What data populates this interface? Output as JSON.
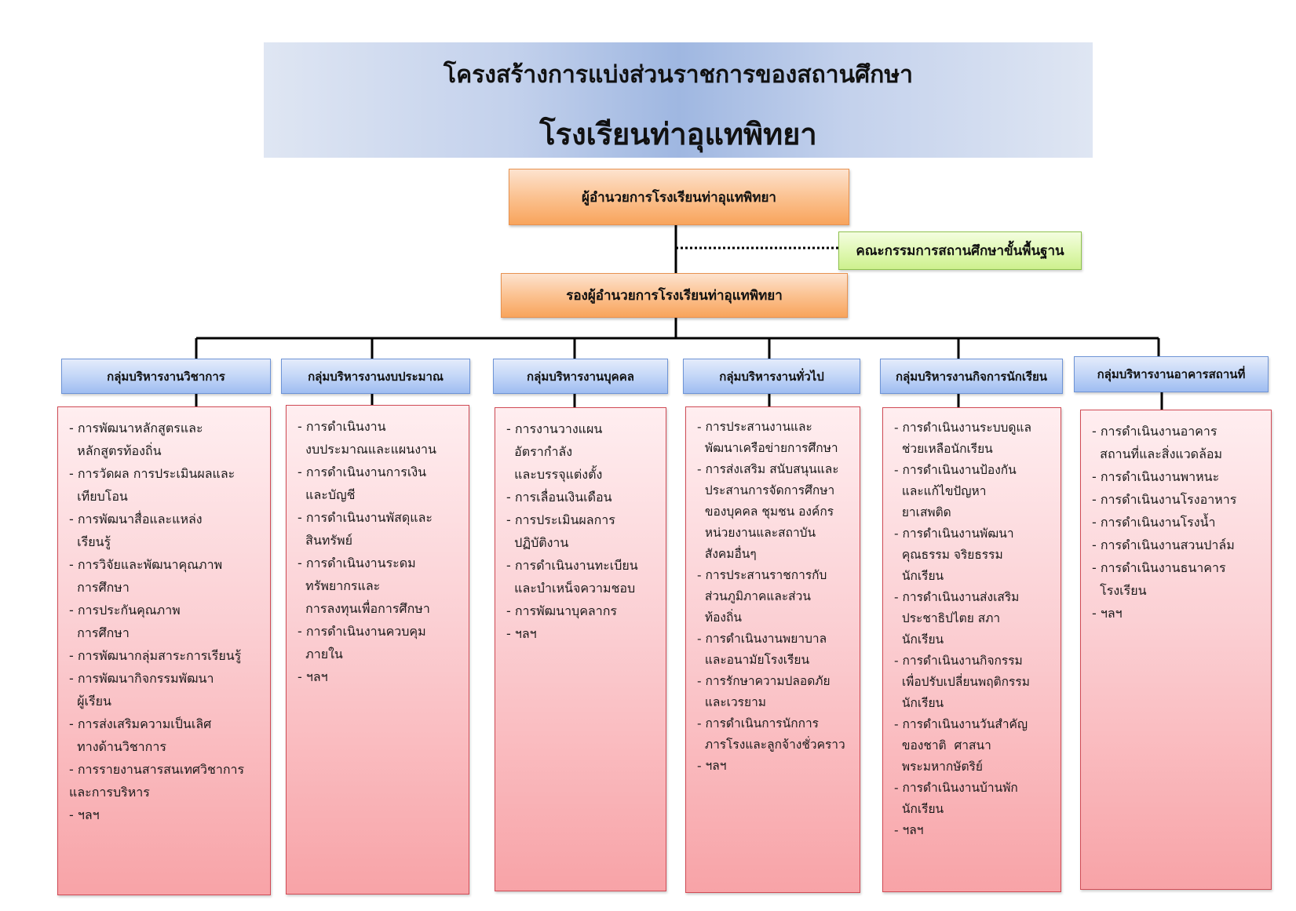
{
  "banner": {
    "title": "โครงสร้างการแบ่งส่วนราชการของสถานศึกษา",
    "school": "โรงเรียนท่าอุแทพิทยา"
  },
  "director": "ผู้อำนวยการโรงเรียนท่าอุแทพิทยา",
  "committee": "คณะกรรมการสถานศึกษาขั้นพื้นฐาน",
  "deputy": "รองผู้อำนวยการโรงเรียนท่าอุแทพิทยา",
  "groups": [
    {
      "name": "กลุ่มบริหารงานวิชาการ",
      "items": [
        "- การพัฒนาหลักสูตรและ",
        "  หลักสูตรท้องถิ่น",
        "- การวัดผล การประเมินผลและ",
        "  เทียบโอน",
        "- การพัฒนาสื่อและแหล่ง",
        "  เรียนรู้",
        "- การวิจัยและพัฒนาคุณภาพ",
        "  การศึกษา",
        "- การประกันคุณภาพ",
        "  การศึกษา",
        "- การพัฒนากลุ่มสาระการเรียนรู้",
        "- การพัฒนากิจกรรมพัฒนา",
        "  ผู้เรียน",
        "- การส่งเสริมความเป็นเลิศ",
        "  ทางด้านวิชาการ",
        "- การรายงานสารสนเทศวิชาการ",
        "และการบริหาร",
        "- ฯลฯ"
      ]
    },
    {
      "name": "กลุ่มบริหารงานงบประมาณ",
      "items": [
        "- การดำเนินงาน",
        "  งบประมาณและแผนงาน",
        "- การดำเนินงานการเงิน",
        "  และบัญชี",
        "- การดำเนินงานพัสดุและ",
        "  สินทรัพย์",
        "- การดำเนินงานระดม",
        "  ทรัพยากรและ",
        "  การลงทุนเพื่อการศึกษา",
        "- การดำเนินงานควบคุม",
        "  ภายใน",
        "- ฯลฯ"
      ]
    },
    {
      "name": "กลุ่มบริหารงานบุคคล",
      "items": [
        "- การงานวางแผน",
        "  อัตรากำลัง",
        "  และบรรจุแต่งตั้ง",
        "- การเลื่อนเงินเดือน",
        "- การประเมินผลการ",
        "  ปฏิบัติงาน",
        "- การดำเนินงานทะเบียน",
        "  และบำเหน็จความชอบ",
        "- การพัฒนาบุคลากร",
        "- ฯลฯ"
      ]
    },
    {
      "name": "กลุ่มบริหารงานทั่วไป",
      "items": [
        "- การประสานงานและ",
        "  พัฒนาเครือข่ายการศึกษา",
        "- การส่งเสริม สนับสนุนและ",
        "  ประสานการจัดการศึกษา",
        "  ของบุคคล ชุมชน องค์กร",
        "  หน่วยงานและสถาบัน",
        "  สังคมอื่นๆ",
        "- การประสานราชการกับ",
        "  ส่วนภูมิภาคและส่วน",
        "  ท้องถิ่น",
        "- การดำเนินงานพยาบาล",
        "  และอนามัยโรงเรียน",
        "- การรักษาความปลอดภัย",
        "  และเวรยาม",
        "- การดำเนินการนักการ",
        "  ภารโรงและลูกจ้างชั่วคราว",
        "- ฯลฯ"
      ]
    },
    {
      "name": "กลุ่มบริหารงานกิจการนักเรียน",
      "items": [
        "- การดำเนินงานระบบดูแล",
        "  ช่วยเหลือนักเรียน",
        "- การดำเนินงานป้องกัน",
        "  และแก้ไขปัญหา",
        "  ยาเสพติด",
        "- การดำเนินงานพัฒนา",
        "  คุณธรรม จริยธรรม",
        "  นักเรียน",
        "- การดำเนินงานส่งเสริม",
        "  ประชาธิปไตย สภา",
        "  นักเรียน",
        "- การดำเนินงานกิจกรรม",
        "  เพื่อปรับเปลี่ยนพฤติกรรม",
        "  นักเรียน",
        "- การดำเนินงานวันสำคัญ",
        "  ของชาติ  ศาสนา",
        "  พระมหากษัตริย์",
        "- การดำเนินงานบ้านพัก",
        "  นักเรียน",
        "- ฯลฯ"
      ]
    },
    {
      "name": "กลุ่มบริหารงานอาคารสถานที่",
      "items": [
        "- การดำเนินงานอาคาร",
        "  สถานที่และสิ่งแวดล้อม",
        "- การดำเนินงานพาหนะ",
        "- การดำเนินงานโรงอาหาร",
        "- การดำเนินงานโรงน้ำ",
        "- การดำเนินงานสวนปาล์ม",
        "- การดำเนินงานธนาคาร",
        "  โรงเรียน",
        "- ฯลฯ"
      ]
    }
  ]
}
